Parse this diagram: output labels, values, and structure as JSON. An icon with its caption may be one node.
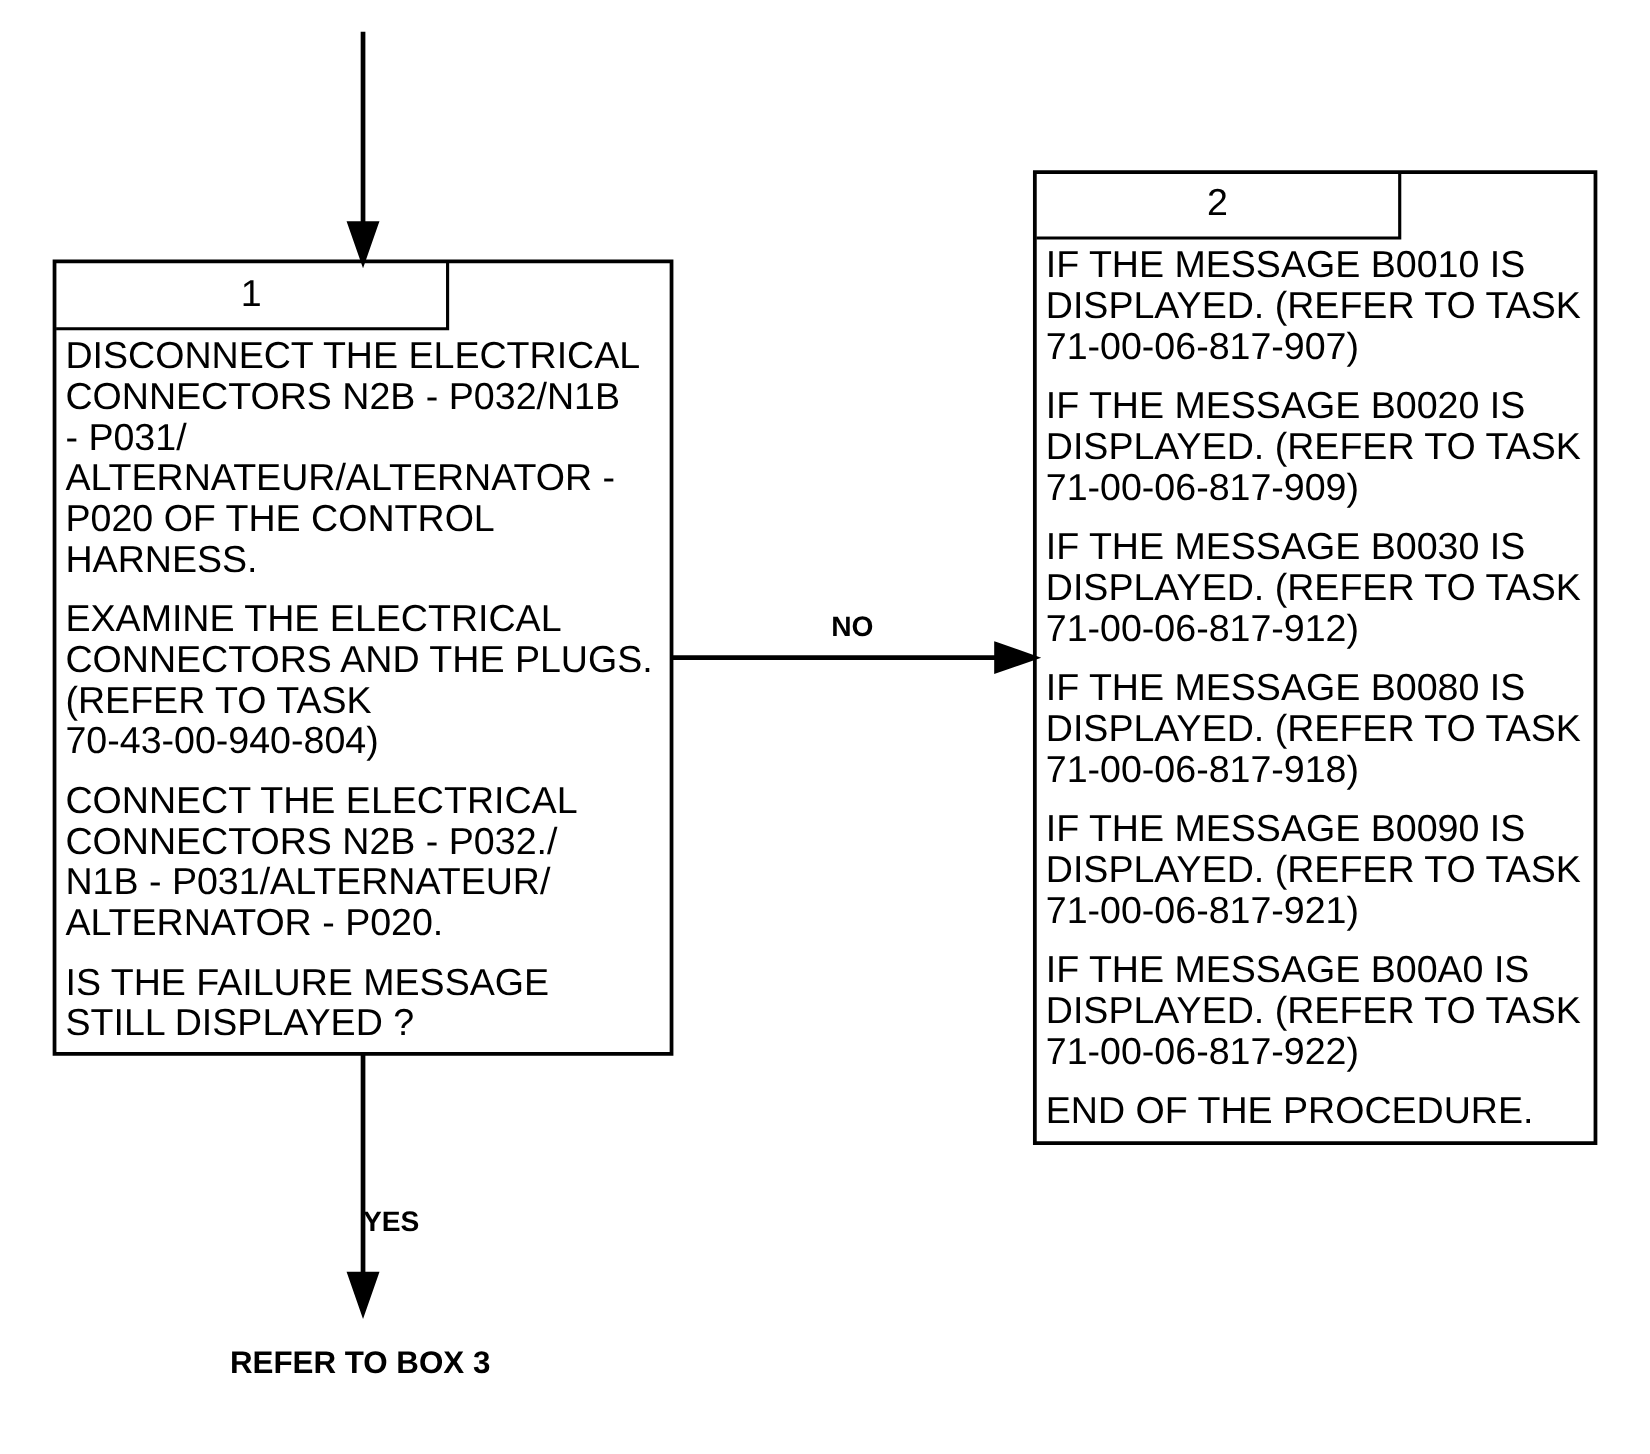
{
  "diagram": {
    "nodes": [
      {
        "text": [
          "1",
          "DISCONNECT THE ELECTRICAL CONNECTORS N2B - P032/N1B - P031/ ALTERNATEUR/ALTERNATOR - P020 OF THE CONTROL HARNESS.",
          "EXAMINE THE ELECTRICAL CONNECTORS AND THE PLUGS. (REFER TO TASK 70-43-00-940-804)",
          "CONNECT THE ELECTRICAL CONNECTORS N2B - P032./ N1B - P031/ALTERNATEUR/ ALTERNATOR - P020.",
          "IS THE FAILURE MESSAGE STILL DISPLAYED ?"
        ]
      },
      {
        "text": [
          "2",
          "IF THE MESSAGE B0010 IS DISPLAYED. (REFER TO TASK 71-00-06-817-907)",
          "IF THE MESSAGE B0020 IS DISPLAYED. (REFER TO TASK 71-00-06-817-909)",
          "IF THE MESSAGE B0030 IS DISPLAYED. (REFER TO TASK 71-00-06-817-912)",
          "IF THE MESSAGE B0080 IS DISPLAYED. (REFER TO TASK 71-00-06-817-918)",
          "IF THE MESSAGE B0090 IS DISPLAYED. (REFER TO TASK 71-00-06-817-921)",
          "IF THE MESSAGE B00A0 IS DISPLAYED. (REFER TO TASK 71-00-06-817-922)",
          "END OF THE PROCEDURE."
        ]
      },
      {
        "text": [
          "REFER TO BOX 3"
        ]
      }
    ],
    "edges": [
      {
        "from": null,
        "to": 0,
        "arrow": "to"
      },
      {
        "from": 0,
        "to": 1,
        "arrow": "to",
        "label": "NO"
      },
      {
        "from": 0,
        "to": 2,
        "arrow": "to",
        "label": "YES"
      }
    ]
  }
}
